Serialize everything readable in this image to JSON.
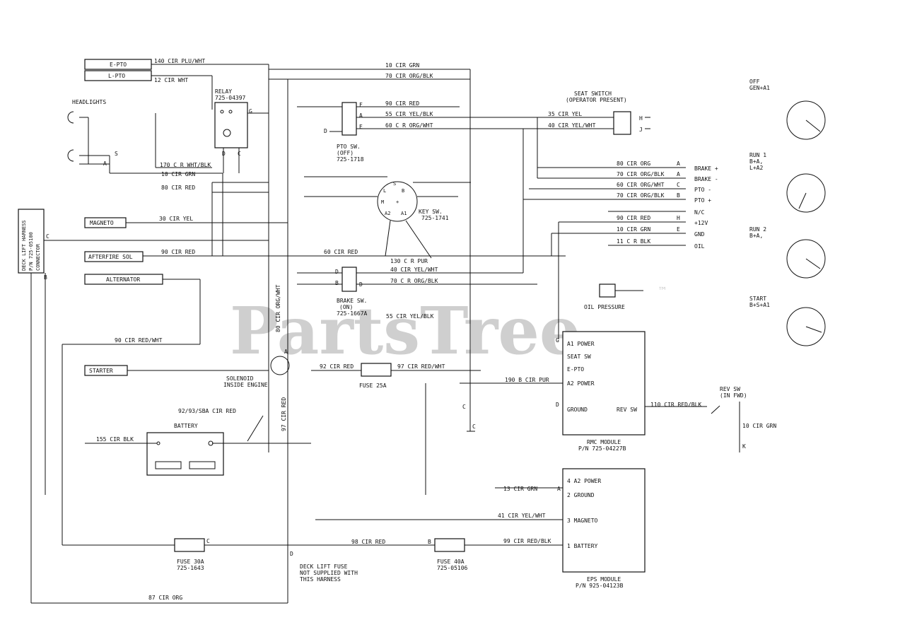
{
  "watermark": {
    "text": "PartsTree",
    "mark": "™",
    "color": "#cfcfcf"
  },
  "components": {
    "e_pto": "E-PTO",
    "l_pto": "L-PTO",
    "headlights": "HEADLIGHTS",
    "relay_title": "RELAY",
    "relay_pn": "725-04397",
    "deck_lift_harness": [
      "DECK LIFT HARNESS",
      "P/N 725-05100",
      "CONNECTOR"
    ],
    "magneto": "MAGNETO",
    "afterfire": "AFTERFIRE SOL",
    "alternator": "ALTERNATOR",
    "starter": "STARTER",
    "solenoid": [
      "SOLENOID",
      "INSIDE ENGINE"
    ],
    "battery": "BATTERY",
    "pto_switch": [
      "PTO SW.",
      "(OFF)",
      "725-1718"
    ],
    "key_switch": [
      "KEY SW.",
      "725-1741"
    ],
    "brake_switch": [
      "BRAKE SW.",
      "(ON)",
      "725-1667A"
    ],
    "seat_switch": [
      "SEAT SWITCH",
      "(OPERATOR PRESENT)"
    ],
    "oil_pressure": "OIL PRESSURE",
    "fuse_25": "FUSE 25A",
    "fuse_30": [
      "FUSE 30A",
      "725-1643"
    ],
    "fuse_40": [
      "FUSE 40A",
      "725-05106"
    ],
    "deck_lift_fuse": [
      "DECK LIFT FUSE",
      "NOT SUPPLIED WITH",
      "THIS HARNESS"
    ],
    "rmc_module": {
      "lines": [
        "A1 POWER",
        "SEAT SW",
        "E-PTO",
        "A2 POWER"
      ],
      "ground": "GROUND",
      "rev_sw": "REV SW",
      "caption": [
        "RMC MODULE",
        "P/N 725-04227B"
      ]
    },
    "eps_module": {
      "lines": [
        "4 A2 POWER",
        "2 GROUND",
        "3 MAGNETO",
        "1 BATTERY"
      ],
      "caption": [
        "EPS MODULE",
        "P/N 925-04123B"
      ]
    },
    "rev_switch": [
      "REV SW",
      "(IN FWD)"
    ],
    "right_labels": [
      "BRAKE +",
      "BRAKE -",
      "PTO -",
      "PTO +",
      "N/C",
      "+12V",
      "GND",
      "OIL"
    ],
    "key_positions": [
      {
        "name": "OFF",
        "sub": "GEN+A1"
      },
      {
        "name": "RUN 1",
        "sub": "B+A,",
        "sub2": "L+A2"
      },
      {
        "name": "RUN 2",
        "sub": "B+A,"
      },
      {
        "name": "START",
        "sub": "B+S+A1"
      }
    ]
  },
  "wires": {
    "w_140": "140 CIR PLU/WHT",
    "w_12": "12  CIR WHT",
    "w_10grn": "10 CIR GRN",
    "w_70": "70 CIR ORG/BLK",
    "w_90red": "90 CIR RED",
    "w_55": "55 CIR YEL/BLK",
    "w_60": "60 C R ORG/WHT",
    "w_170": "170 C R WHT/BLK",
    "w_10grn2": "10 CIR GRN",
    "w_80red": "80 CIR RED",
    "w_30yel": "30 CIR YEL",
    "w_90red_after": "90 CIR RED",
    "w_90redwht": "90 CIR RED/WHT",
    "w_80orgwht": "80 CIR ORG/WHT",
    "w_9293": "92/93/SBA CIR RED",
    "w_155": "155 CIR BLK",
    "w_97red": "97 CIR RED",
    "w_60red": "60 CIR RED",
    "w_130": "130 C R PUR",
    "w_40": "40 CIR YEL/WHT",
    "w_70pur": "70 C R ORG/BLK",
    "w_55b": "55 CIR YEL/BLK",
    "w_92": "92 CIR RED",
    "w_97redwht": "97 CIR RED/WHT",
    "w_190": "190 B CIR PUR",
    "w_35": "35 CIR YEL",
    "w_40b": "40 CIR YEL/WHT",
    "w_r80": "80 CIR ORG",
    "w_r70": "70 CIR ORG/BLK",
    "w_r60": "60 CIR ORG/WHT",
    "w_r70b": "70 CIR ORG/BLK",
    "w_r90": "90 CIR RED",
    "w_r10": "10 CIR GRN",
    "w_r11": "11 C R BLK",
    "w_110": "110 CIR RED/BLK",
    "w_10grn3": "10 CIR GRN",
    "w_13": "13 CIR GRN",
    "w_41": "41 CIR YEL/WHT",
    "w_98": "98 CIR RED",
    "w_99": "99 CIR RED/BLK",
    "w_87": "87 CIR ORG"
  },
  "pins": {
    "g": "G",
    "d": "D",
    "c": "C",
    "f": "F",
    "a": "A",
    "b": "B",
    "e": "E",
    "h": "H",
    "j": "J",
    "s": "S",
    "l": "L",
    "m": "M",
    "a1": "A1",
    "a2": "A2",
    "plus": "+",
    "k": "K"
  }
}
